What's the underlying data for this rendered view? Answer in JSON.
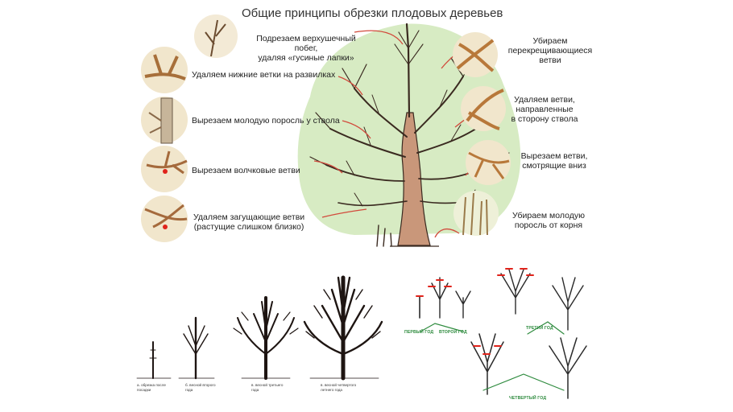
{
  "title": "Общие принципы обрезки плодовых деревьев",
  "left_labels": [
    {
      "id": "l1",
      "lines": [
        "Подрезаем верхушечный побег,",
        "удаляя «гусиные лапки»"
      ]
    },
    {
      "id": "l2",
      "lines": [
        "Удаляем нижние ветки на развилках"
      ]
    },
    {
      "id": "l3",
      "lines": [
        "Вырезаем молодую поросль у ствола"
      ]
    },
    {
      "id": "l4",
      "lines": [
        "Вырезаем волчковые ветви"
      ]
    },
    {
      "id": "l5",
      "lines": [
        "Удаляем загущающие ветви",
        "(растущие слишком близко)"
      ]
    }
  ],
  "right_labels": [
    {
      "id": "r1",
      "lines": [
        "Убираем",
        "перекрещивающиеся",
        "ветви"
      ]
    },
    {
      "id": "r2",
      "lines": [
        "Удаляем ветви,",
        "направленные",
        "в сторону ствола"
      ]
    },
    {
      "id": "r3",
      "lines": [
        "Вырезаем ветви,",
        "смотрящие вниз"
      ]
    },
    {
      "id": "r4",
      "lines": [
        "Убираем молодую",
        "поросль от корня"
      ]
    }
  ],
  "stage_captions": [
    {
      "id": "a",
      "lines": [
        "а. обрезка после",
        "посадки"
      ]
    },
    {
      "id": "b",
      "lines": [
        "б. весной второго",
        "года"
      ]
    },
    {
      "id": "c",
      "lines": [
        "в. весной третьего",
        "года"
      ]
    },
    {
      "id": "d",
      "lines": [
        "в. весной четвертого",
        "летнего года"
      ]
    }
  ],
  "year_labels": {
    "first": "ПЕРВЫЙ ГОД",
    "second": "ВТОРОЙ ГОД",
    "third": "ТРЕТИЙ ГОД",
    "fourth": "ЧЕТВЕРТЫЙ ГОД"
  },
  "colors": {
    "canopy": "#d7ebc3",
    "trunk": "#c9977a",
    "branch": "#3a2a20",
    "arrow": "#d24a3c",
    "cut_mark": "#e0231b",
    "year_text": "#2e8b3e"
  }
}
